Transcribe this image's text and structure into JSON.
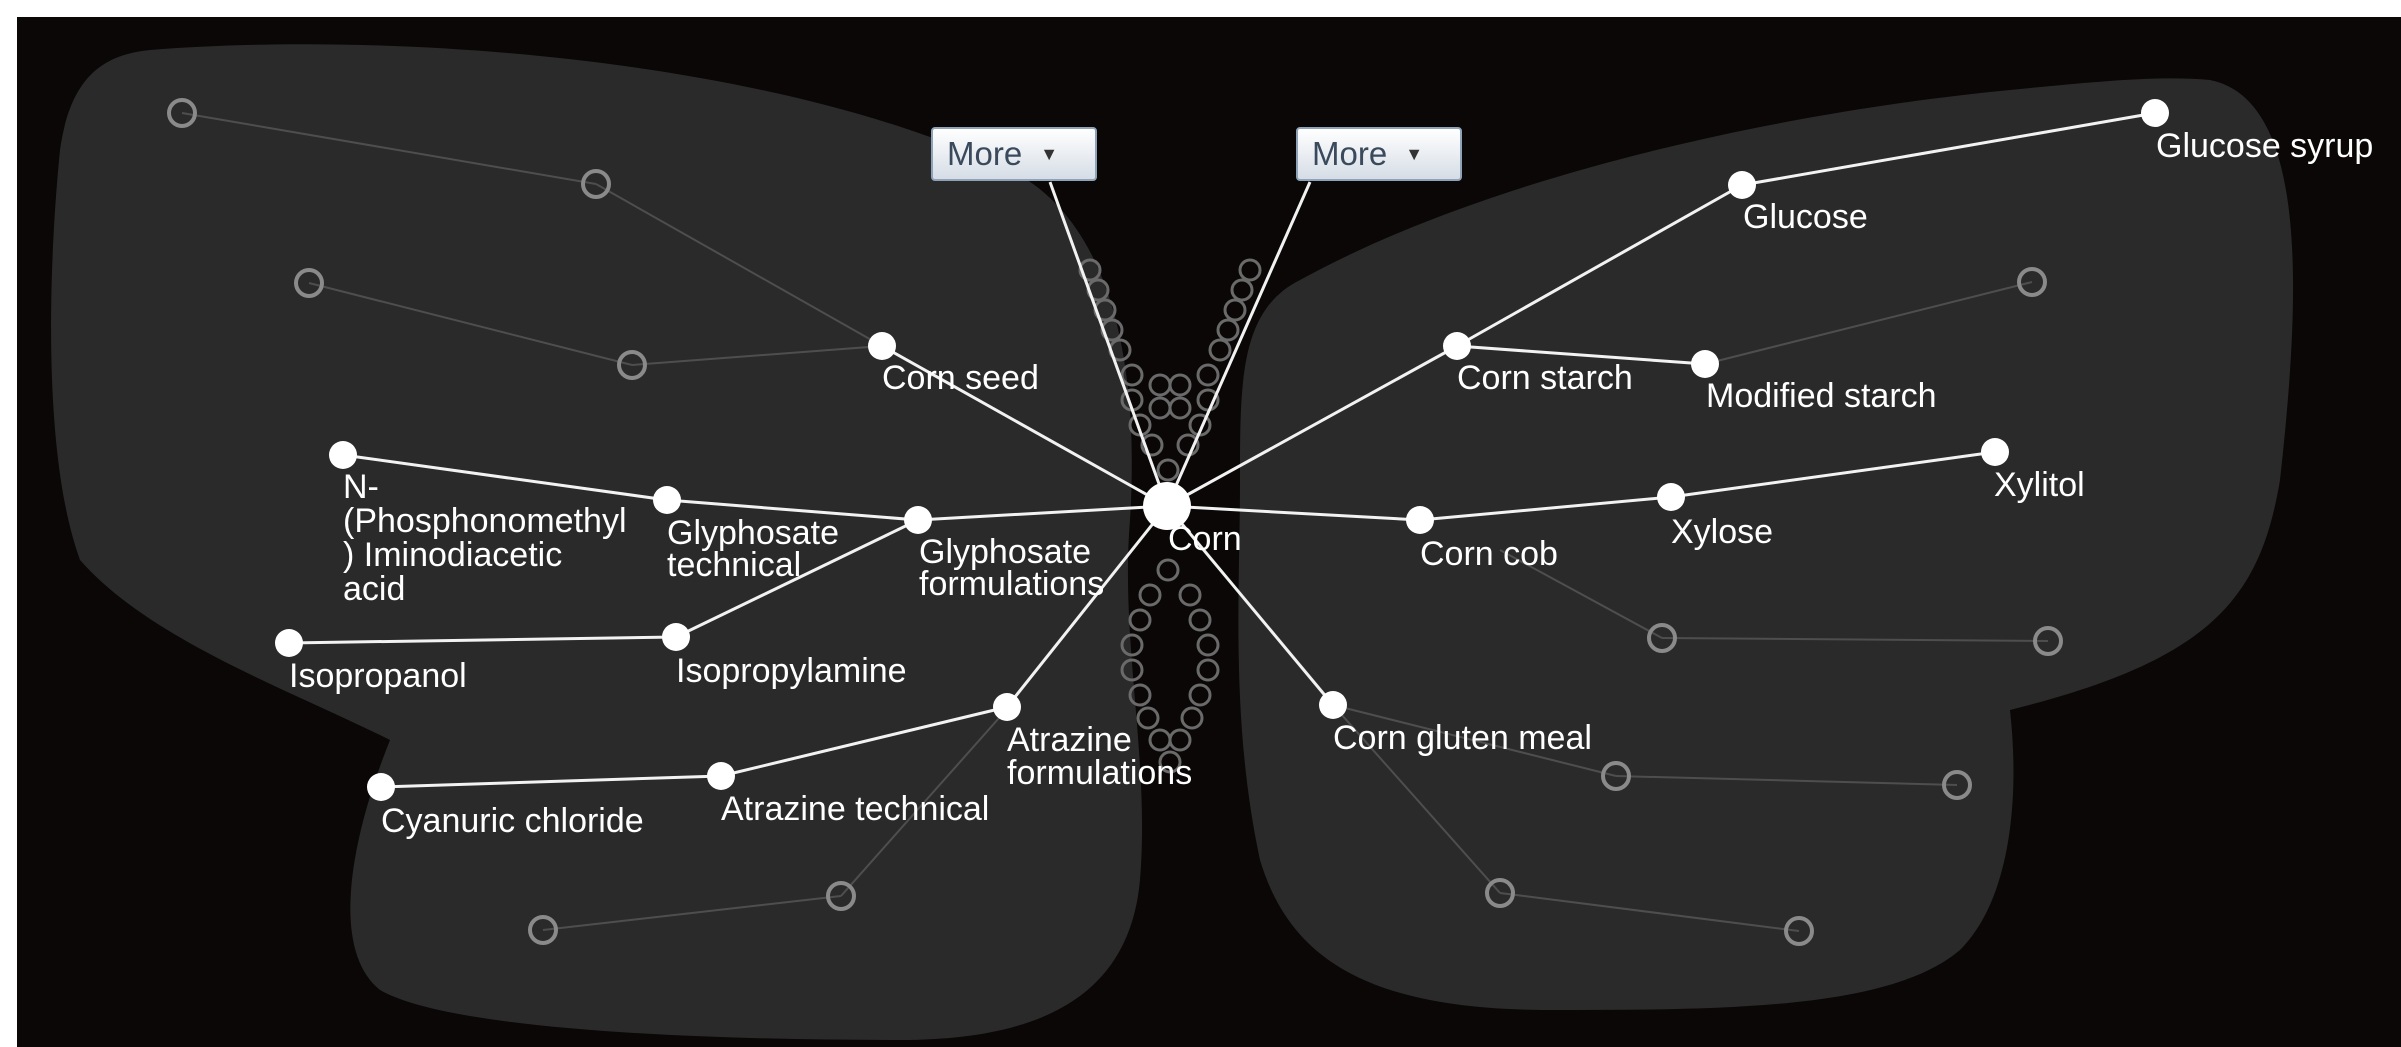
{
  "colors": {
    "background": "#0a0706",
    "wing": "#2a2a2a",
    "active_line": "#ffffff",
    "inactive_line": "#5a5a5a",
    "inactive_node": "#8a8a8a"
  },
  "more_buttons": [
    {
      "id": "left",
      "label": "More",
      "icon": "caret-down-icon"
    },
    {
      "id": "right",
      "label": "More",
      "icon": "caret-down-icon"
    }
  ],
  "center": {
    "label": "Corn"
  },
  "nodes": {
    "corn_seed": "Corn seed",
    "glyphosate_formulations": [
      "Glyphosate",
      "formulations"
    ],
    "glyphosate_technical": [
      "Glyphosate",
      "technical"
    ],
    "pmida": [
      "N-",
      "(Phosphonomethyl",
      ") Iminodiacetic",
      "acid"
    ],
    "isopropylamine": "Isopropylamine",
    "isopropanol": "Isopropanol",
    "atrazine_formulations": [
      "Atrazine",
      "formulations"
    ],
    "atrazine_technical": "Atrazine technical",
    "cyanuric_chloride": "Cyanuric chloride",
    "corn_starch": "Corn starch",
    "glucose": "Glucose",
    "glucose_syrup": "Glucose syrup",
    "modified_starch": "Modified starch",
    "corn_cob": "Corn cob",
    "xylose": "Xylose",
    "xylitol": "Xylitol",
    "corn_gluten_meal": "Corn gluten meal"
  }
}
